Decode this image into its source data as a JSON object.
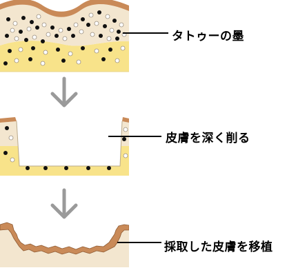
{
  "labels": {
    "ink": "タトゥーの墨",
    "shave": "皮膚を深く削る",
    "graft": "採取した皮膚を移植"
  },
  "colors": {
    "surface": "#c98a58",
    "epidermis": "#f3e6cf",
    "dermis": "#f8e38a",
    "ink_dot": "#111111",
    "pale_dot": "#ffffff",
    "arrow": "#9a9a9a",
    "leader_line": "#000000"
  },
  "steps": [
    {
      "step": 1,
      "description_key": "ink"
    },
    {
      "step": 2,
      "description_key": "shave"
    },
    {
      "step": 3,
      "description_key": "graft"
    }
  ]
}
